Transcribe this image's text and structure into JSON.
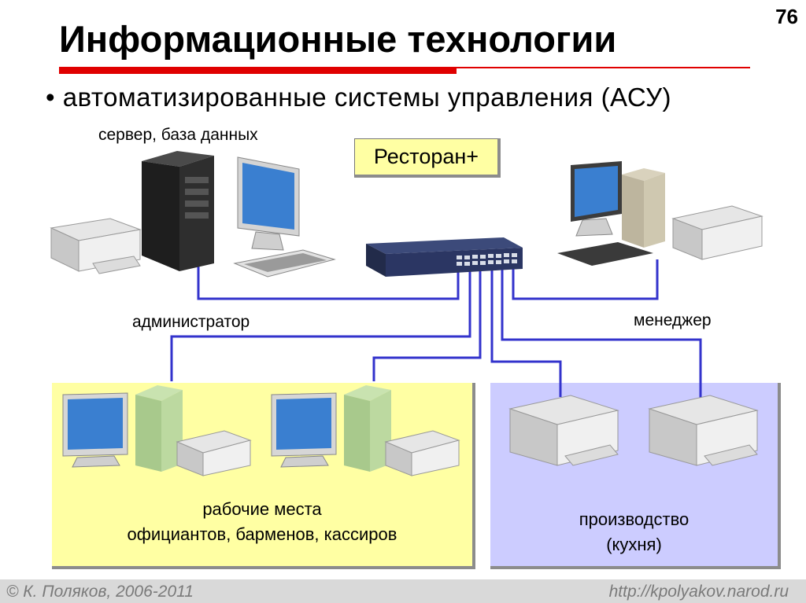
{
  "slide": {
    "title": "Информационные технологии",
    "number": "76",
    "bullet": "• автоматизированные системы управления (АСУ)"
  },
  "labels": {
    "server": "сервер, база данных",
    "software": "Ресторан+",
    "admin": "администратор",
    "manager": "менеджер",
    "workstations_line1": "рабочие места",
    "workstations_line2": "официантов, барменов, кассиров",
    "production_line1": "производство",
    "production_line2": "(кухня)"
  },
  "footer": {
    "author": "© К. Поляков, 2006-2011",
    "url": "http://kpolyakov.narod.ru"
  },
  "colors": {
    "accent_red": "#e00000",
    "wire_blue": "#3333cc",
    "zone_yellow": "#ffffa3",
    "zone_blue": "#ccccff"
  }
}
